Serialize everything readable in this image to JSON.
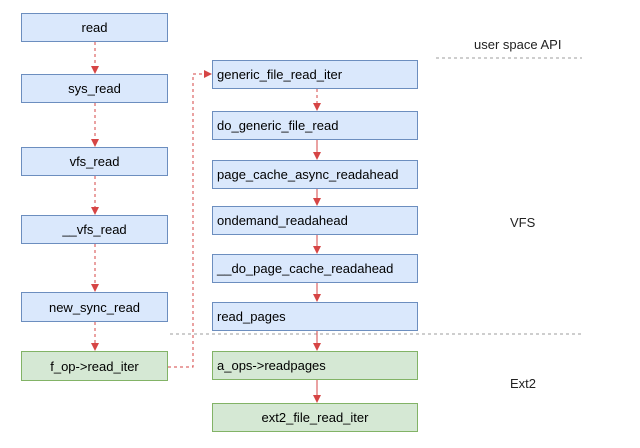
{
  "layers": {
    "user_space": "user space API",
    "vfs": "VFS",
    "ext2": "Ext2"
  },
  "left_column": [
    {
      "id": "read",
      "label": "read",
      "color": "blue"
    },
    {
      "id": "sys_read",
      "label": "sys_read",
      "color": "blue"
    },
    {
      "id": "vfs_read",
      "label": "vfs_read",
      "color": "blue"
    },
    {
      "id": "__vfs_read",
      "label": "__vfs_read",
      "color": "blue"
    },
    {
      "id": "new_sync_read",
      "label": "new_sync_read",
      "color": "blue"
    },
    {
      "id": "f_op_read_iter",
      "label": "f_op->read_iter",
      "color": "green"
    }
  ],
  "right_column": [
    {
      "id": "generic_file_read_iter",
      "label": "generic_file_read_iter",
      "color": "blue"
    },
    {
      "id": "do_generic_file_read",
      "label": "do_generic_file_read",
      "color": "blue"
    },
    {
      "id": "page_cache_async_readahead",
      "label": "page_cache_async_readahead",
      "color": "blue"
    },
    {
      "id": "ondemand_readahead",
      "label": "ondemand_readahead",
      "color": "blue"
    },
    {
      "id": "__do_page_cache_readahead",
      "label": "__do_page_cache_readahead",
      "color": "blue"
    },
    {
      "id": "read_pages",
      "label": "read_pages",
      "color": "blue"
    },
    {
      "id": "a_ops_readpages",
      "label": "a_ops->readpages",
      "color": "green"
    },
    {
      "id": "ext2_file_read_iter",
      "label": "ext2_file_read_iter",
      "color": "green"
    }
  ],
  "colors": {
    "blue_fill": "#dae8fc",
    "blue_stroke": "#6c8ebf",
    "green_fill": "#d5e8d4",
    "green_stroke": "#82b366",
    "arrow": "#d64545",
    "divider": "#9e9e9e"
  }
}
